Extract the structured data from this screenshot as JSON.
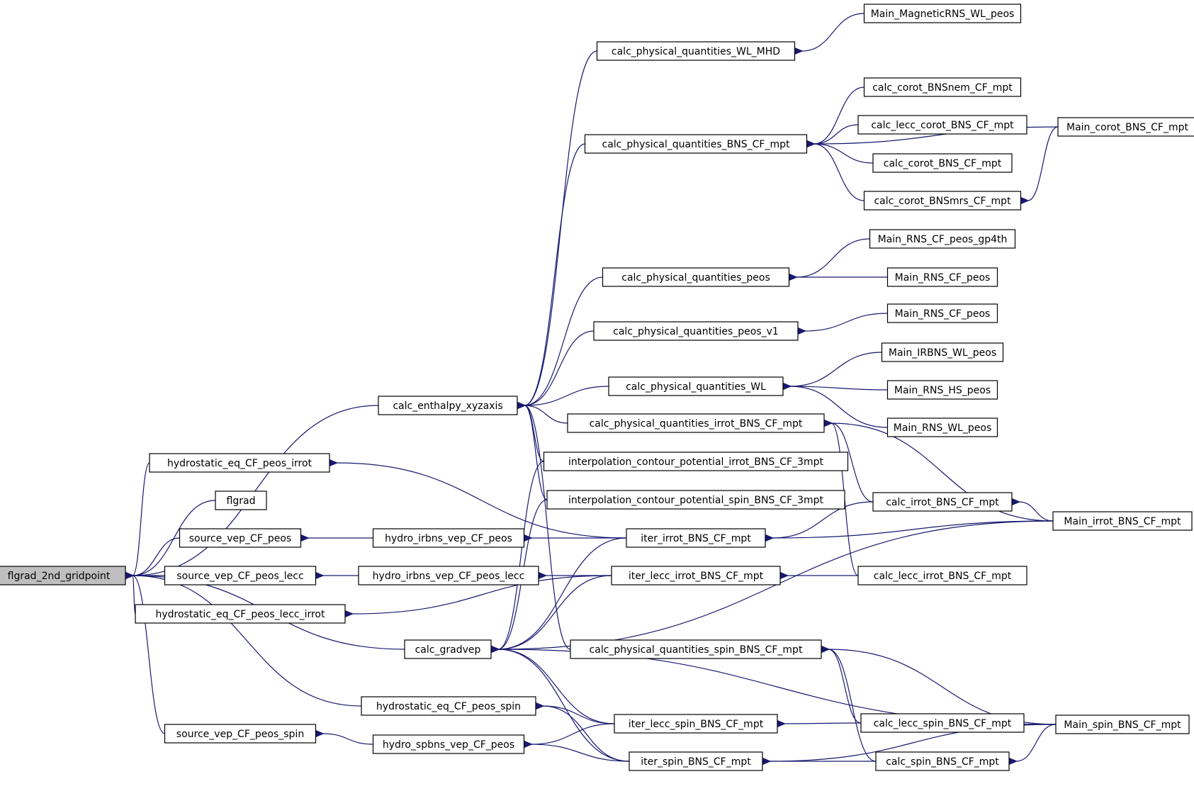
{
  "graph": {
    "root": "flgrad_2nd_gridpoint",
    "nodes": [
      {
        "id": "flgrad_2nd_gridpoint",
        "label": "flgrad_2nd_gridpoint"
      },
      {
        "id": "calc_enthalpy_xyzaxis",
        "label": "calc_enthalpy_xyzaxis"
      },
      {
        "id": "hydrostatic_eq_CF_peos_irrot",
        "label": "hydrostatic_eq_CF_peos_irrot"
      },
      {
        "id": "flgrad",
        "label": "flgrad"
      },
      {
        "id": "source_vep_CF_peos",
        "label": "source_vep_CF_peos"
      },
      {
        "id": "source_vep_CF_peos_lecc",
        "label": "source_vep_CF_peos_lecc"
      },
      {
        "id": "hydrostatic_eq_CF_peos_lecc_irrot",
        "label": "hydrostatic_eq_CF_peos_lecc_irrot"
      },
      {
        "id": "calc_gradvep",
        "label": "calc_gradvep"
      },
      {
        "id": "hydrostatic_eq_CF_peos_spin",
        "label": "hydrostatic_eq_CF_peos_spin"
      },
      {
        "id": "source_vep_CF_peos_spin",
        "label": "source_vep_CF_peos_spin"
      },
      {
        "id": "hydro_irbns_vep_CF_peos",
        "label": "hydro_irbns_vep_CF_peos"
      },
      {
        "id": "hydro_irbns_vep_CF_peos_lecc",
        "label": "hydro_irbns_vep_CF_peos_lecc"
      },
      {
        "id": "hydro_spbns_vep_CF_peos",
        "label": "hydro_spbns_vep_CF_peos"
      },
      {
        "id": "calc_physical_quantities_WL_MHD",
        "label": "calc_physical_quantities_WL_MHD"
      },
      {
        "id": "calc_physical_quantities_BNS_CF_mpt",
        "label": "calc_physical_quantities_BNS_CF_mpt"
      },
      {
        "id": "calc_physical_quantities_peos",
        "label": "calc_physical_quantities_peos"
      },
      {
        "id": "calc_physical_quantities_peos_v1",
        "label": "calc_physical_quantities_peos_v1"
      },
      {
        "id": "calc_physical_quantities_WL",
        "label": "calc_physical_quantities_WL"
      },
      {
        "id": "calc_physical_quantities_irrot_BNS_CF_mpt",
        "label": "calc_physical_quantities_irrot_BNS_CF_mpt"
      },
      {
        "id": "interpolation_contour_potential_irrot_BNS_CF_3mpt",
        "label": "interpolation_contour_potential_irrot_BNS_CF_3mpt"
      },
      {
        "id": "interpolation_contour_potential_spin_BNS_CF_3mpt",
        "label": "interpolation_contour_potential_spin_BNS_CF_3mpt"
      },
      {
        "id": "iter_irrot_BNS_CF_mpt",
        "label": "iter_irrot_BNS_CF_mpt"
      },
      {
        "id": "iter_lecc_irrot_BNS_CF_mpt",
        "label": "iter_lecc_irrot_BNS_CF_mpt"
      },
      {
        "id": "calc_physical_quantities_spin_BNS_CF_mpt",
        "label": "calc_physical_quantities_spin_BNS_CF_mpt"
      },
      {
        "id": "iter_lecc_spin_BNS_CF_mpt",
        "label": "iter_lecc_spin_BNS_CF_mpt"
      },
      {
        "id": "iter_spin_BNS_CF_mpt",
        "label": "iter_spin_BNS_CF_mpt"
      },
      {
        "id": "Main_MagneticRNS_WL_peos",
        "label": "Main_MagneticRNS_WL_peos"
      },
      {
        "id": "calc_corot_BNSnem_CF_mpt",
        "label": "calc_corot_BNSnem_CF_mpt"
      },
      {
        "id": "calc_lecc_corot_BNS_CF_mpt",
        "label": "calc_lecc_corot_BNS_CF_mpt"
      },
      {
        "id": "calc_corot_BNS_CF_mpt",
        "label": "calc_corot_BNS_CF_mpt"
      },
      {
        "id": "calc_corot_BNSmrs_CF_mpt",
        "label": "calc_corot_BNSmrs_CF_mpt"
      },
      {
        "id": "Main_RNS_CF_peos_gp4th",
        "label": "Main_RNS_CF_peos_gp4th"
      },
      {
        "id": "Main_RNS_CF_peos_a",
        "label": "Main_RNS_CF_peos"
      },
      {
        "id": "Main_RNS_CF_peos_b",
        "label": "Main_RNS_CF_peos"
      },
      {
        "id": "Main_IRBNS_WL_peos",
        "label": "Main_IRBNS_WL_peos"
      },
      {
        "id": "Main_RNS_HS_peos",
        "label": "Main_RNS_HS_peos"
      },
      {
        "id": "Main_RNS_WL_peos",
        "label": "Main_RNS_WL_peos"
      },
      {
        "id": "calc_irrot_BNS_CF_mpt",
        "label": "calc_irrot_BNS_CF_mpt"
      },
      {
        "id": "calc_lecc_irrot_BNS_CF_mpt",
        "label": "calc_lecc_irrot_BNS_CF_mpt"
      },
      {
        "id": "calc_lecc_spin_BNS_CF_mpt",
        "label": "calc_lecc_spin_BNS_CF_mpt"
      },
      {
        "id": "calc_spin_BNS_CF_mpt",
        "label": "calc_spin_BNS_CF_mpt"
      },
      {
        "id": "Main_corot_BNS_CF_mpt",
        "label": "Main_corot_BNS_CF_mpt"
      },
      {
        "id": "Main_irrot_BNS_CF_mpt",
        "label": "Main_irrot_BNS_CF_mpt"
      },
      {
        "id": "Main_spin_BNS_CF_mpt",
        "label": "Main_spin_BNS_CF_mpt"
      }
    ],
    "edges": [
      {
        "from": "flgrad_2nd_gridpoint",
        "to": "calc_enthalpy_xyzaxis"
      },
      {
        "from": "flgrad_2nd_gridpoint",
        "to": "hydrostatic_eq_CF_peos_irrot"
      },
      {
        "from": "flgrad_2nd_gridpoint",
        "to": "flgrad"
      },
      {
        "from": "flgrad_2nd_gridpoint",
        "to": "source_vep_CF_peos"
      },
      {
        "from": "flgrad_2nd_gridpoint",
        "to": "source_vep_CF_peos_lecc"
      },
      {
        "from": "flgrad_2nd_gridpoint",
        "to": "hydrostatic_eq_CF_peos_lecc_irrot"
      },
      {
        "from": "flgrad_2nd_gridpoint",
        "to": "calc_gradvep"
      },
      {
        "from": "flgrad_2nd_gridpoint",
        "to": "hydrostatic_eq_CF_peos_spin"
      },
      {
        "from": "flgrad_2nd_gridpoint",
        "to": "source_vep_CF_peos_spin"
      },
      {
        "from": "calc_enthalpy_xyzaxis",
        "to": "calc_physical_quantities_WL_MHD"
      },
      {
        "from": "calc_enthalpy_xyzaxis",
        "to": "calc_physical_quantities_BNS_CF_mpt"
      },
      {
        "from": "calc_enthalpy_xyzaxis",
        "to": "calc_physical_quantities_peos"
      },
      {
        "from": "calc_enthalpy_xyzaxis",
        "to": "calc_physical_quantities_peos_v1"
      },
      {
        "from": "calc_enthalpy_xyzaxis",
        "to": "calc_physical_quantities_WL"
      },
      {
        "from": "calc_enthalpy_xyzaxis",
        "to": "calc_physical_quantities_irrot_BNS_CF_mpt"
      },
      {
        "from": "calc_enthalpy_xyzaxis",
        "to": "interpolation_contour_potential_irrot_BNS_CF_3mpt"
      },
      {
        "from": "calc_enthalpy_xyzaxis",
        "to": "interpolation_contour_potential_spin_BNS_CF_3mpt"
      },
      {
        "from": "calc_enthalpy_xyzaxis",
        "to": "calc_physical_quantities_spin_BNS_CF_mpt"
      },
      {
        "from": "hydrostatic_eq_CF_peos_irrot",
        "to": "iter_irrot_BNS_CF_mpt"
      },
      {
        "from": "source_vep_CF_peos",
        "to": "hydro_irbns_vep_CF_peos"
      },
      {
        "from": "source_vep_CF_peos_lecc",
        "to": "hydro_irbns_vep_CF_peos_lecc"
      },
      {
        "from": "hydrostatic_eq_CF_peos_lecc_irrot",
        "to": "iter_lecc_irrot_BNS_CF_mpt"
      },
      {
        "from": "source_vep_CF_peos_spin",
        "to": "hydro_spbns_vep_CF_peos"
      },
      {
        "from": "hydrostatic_eq_CF_peos_spin",
        "to": "iter_lecc_spin_BNS_CF_mpt"
      },
      {
        "from": "hydrostatic_eq_CF_peos_spin",
        "to": "iter_spin_BNS_CF_mpt"
      },
      {
        "from": "hydro_irbns_vep_CF_peos",
        "to": "iter_irrot_BNS_CF_mpt"
      },
      {
        "from": "hydro_irbns_vep_CF_peos_lecc",
        "to": "iter_lecc_irrot_BNS_CF_mpt"
      },
      {
        "from": "hydro_spbns_vep_CF_peos",
        "to": "iter_lecc_spin_BNS_CF_mpt"
      },
      {
        "from": "hydro_spbns_vep_CF_peos",
        "to": "iter_spin_BNS_CF_mpt"
      },
      {
        "from": "calc_gradvep",
        "to": "interpolation_contour_potential_irrot_BNS_CF_3mpt"
      },
      {
        "from": "calc_gradvep",
        "to": "interpolation_contour_potential_spin_BNS_CF_3mpt"
      },
      {
        "from": "calc_gradvep",
        "to": "iter_irrot_BNS_CF_mpt"
      },
      {
        "from": "calc_gradvep",
        "to": "iter_lecc_irrot_BNS_CF_mpt"
      },
      {
        "from": "calc_gradvep",
        "to": "Main_irrot_BNS_CF_mpt"
      },
      {
        "from": "calc_gradvep",
        "to": "Main_spin_BNS_CF_mpt"
      },
      {
        "from": "calc_gradvep",
        "to": "iter_lecc_spin_BNS_CF_mpt"
      },
      {
        "from": "calc_gradvep",
        "to": "iter_spin_BNS_CF_mpt"
      },
      {
        "from": "calc_physical_quantities_WL_MHD",
        "to": "Main_MagneticRNS_WL_peos"
      },
      {
        "from": "calc_physical_quantities_BNS_CF_mpt",
        "to": "Main_corot_BNS_CF_mpt"
      },
      {
        "from": "calc_physical_quantities_BNS_CF_mpt",
        "to": "calc_corot_BNSnem_CF_mpt"
      },
      {
        "from": "calc_physical_quantities_BNS_CF_mpt",
        "to": "calc_lecc_corot_BNS_CF_mpt"
      },
      {
        "from": "calc_physical_quantities_BNS_CF_mpt",
        "to": "calc_corot_BNS_CF_mpt"
      },
      {
        "from": "calc_physical_quantities_BNS_CF_mpt",
        "to": "calc_corot_BNSmrs_CF_mpt"
      },
      {
        "from": "calc_corot_BNSmrs_CF_mpt",
        "to": "Main_corot_BNS_CF_mpt"
      },
      {
        "from": "calc_physical_quantities_peos",
        "to": "Main_RNS_CF_peos_gp4th"
      },
      {
        "from": "calc_physical_quantities_peos",
        "to": "Main_RNS_CF_peos_a"
      },
      {
        "from": "calc_physical_quantities_peos_v1",
        "to": "Main_RNS_CF_peos_b"
      },
      {
        "from": "calc_physical_quantities_WL",
        "to": "Main_IRBNS_WL_peos"
      },
      {
        "from": "calc_physical_quantities_WL",
        "to": "Main_RNS_HS_peos"
      },
      {
        "from": "calc_physical_quantities_WL",
        "to": "Main_RNS_WL_peos"
      },
      {
        "from": "calc_physical_quantities_irrot_BNS_CF_mpt",
        "to": "Main_irrot_BNS_CF_mpt"
      },
      {
        "from": "calc_physical_quantities_irrot_BNS_CF_mpt",
        "to": "calc_irrot_BNS_CF_mpt"
      },
      {
        "from": "calc_physical_quantities_irrot_BNS_CF_mpt",
        "to": "calc_lecc_irrot_BNS_CF_mpt"
      },
      {
        "from": "iter_irrot_BNS_CF_mpt",
        "to": "calc_irrot_BNS_CF_mpt"
      },
      {
        "from": "iter_irrot_BNS_CF_mpt",
        "to": "Main_irrot_BNS_CF_mpt"
      },
      {
        "from": "calc_irrot_BNS_CF_mpt",
        "to": "Main_irrot_BNS_CF_mpt"
      },
      {
        "from": "iter_lecc_irrot_BNS_CF_mpt",
        "to": "calc_lecc_irrot_BNS_CF_mpt"
      },
      {
        "from": "calc_physical_quantities_spin_BNS_CF_mpt",
        "to": "Main_spin_BNS_CF_mpt"
      },
      {
        "from": "calc_physical_quantities_spin_BNS_CF_mpt",
        "to": "calc_lecc_spin_BNS_CF_mpt"
      },
      {
        "from": "calc_physical_quantities_spin_BNS_CF_mpt",
        "to": "calc_spin_BNS_CF_mpt"
      },
      {
        "from": "iter_lecc_spin_BNS_CF_mpt",
        "to": "calc_lecc_spin_BNS_CF_mpt"
      },
      {
        "from": "iter_spin_BNS_CF_mpt",
        "to": "calc_spin_BNS_CF_mpt"
      },
      {
        "from": "iter_spin_BNS_CF_mpt",
        "to": "Main_spin_BNS_CF_mpt"
      },
      {
        "from": "calc_spin_BNS_CF_mpt",
        "to": "Main_spin_BNS_CF_mpt"
      }
    ]
  }
}
